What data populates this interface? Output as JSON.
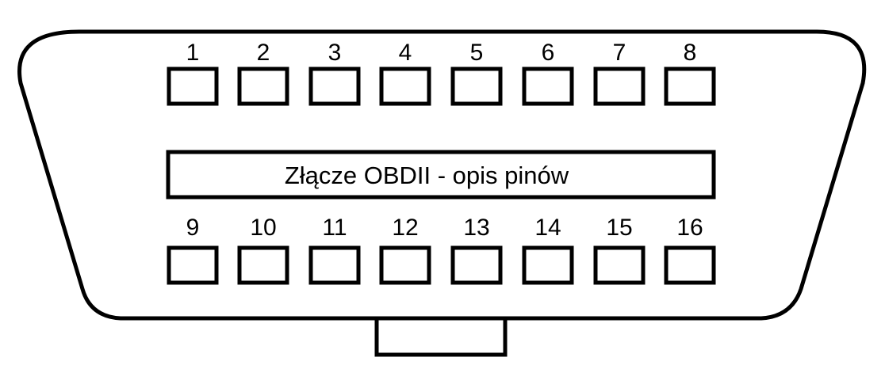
{
  "diagram": {
    "label": "Złącze OBDII - opis pinów",
    "stroke_color": "#000000",
    "background_color": "#ffffff",
    "top_row_pins": [
      "1",
      "2",
      "3",
      "4",
      "5",
      "6",
      "7",
      "8"
    ],
    "bottom_row_pins": [
      "9",
      "10",
      "11",
      "12",
      "13",
      "14",
      "15",
      "16"
    ]
  }
}
